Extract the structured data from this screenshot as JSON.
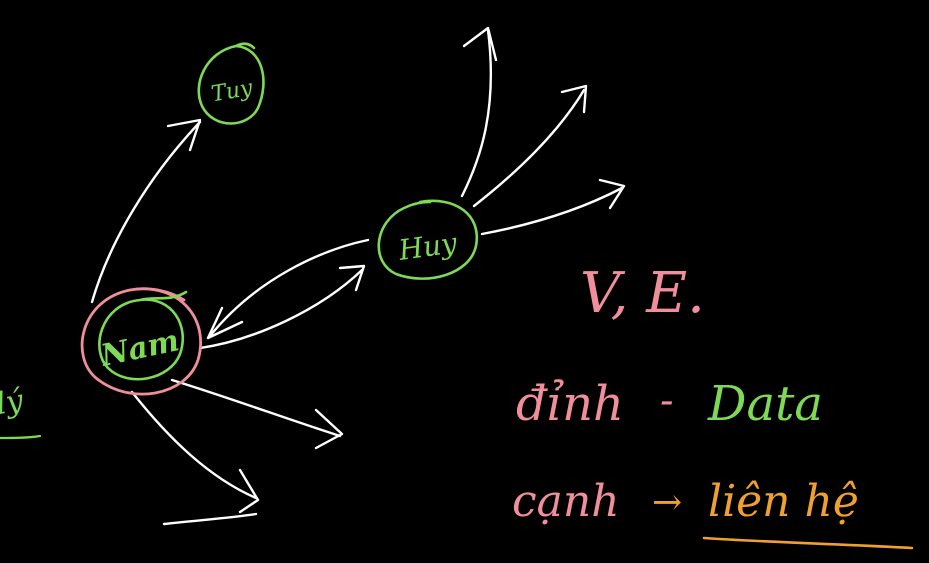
{
  "nodes": {
    "top": {
      "label": "Tuy"
    },
    "center": {
      "label": "Huy"
    },
    "main": {
      "label": "Nam"
    }
  },
  "notes": {
    "line1": "V, E.",
    "line2_left": "đỉnh",
    "line2_dash": "-",
    "line2_right": "Data",
    "line3_left": "cạnh",
    "line3_arrow": "→",
    "line3_right": "liên hệ",
    "left_fragment": "lý"
  },
  "colors": {
    "background": "#000000",
    "chalk_white": "#ffffff",
    "chalk_green": "#7ed957",
    "chalk_pink": "#f08e9c",
    "chalk_orange": "#f0a030"
  }
}
